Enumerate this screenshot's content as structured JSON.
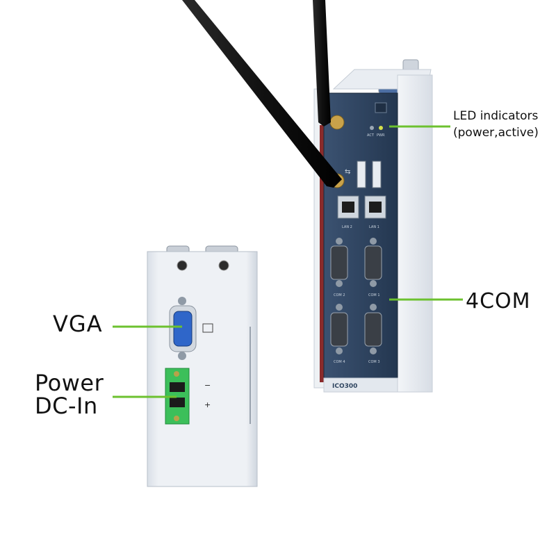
{
  "callouts": {
    "led": {
      "line1": "LED indicators",
      "line2": "(power,active)"
    },
    "com": "4COM",
    "vga": "VGA",
    "power": {
      "line1": "Power",
      "line2": "DC-In"
    }
  },
  "device": {
    "model": "ICO300",
    "led_labels": [
      "ACT",
      "PWR"
    ],
    "usb_label": "⇆",
    "lan_labels": [
      "LAN 2",
      "LAN 1"
    ],
    "com_labels": [
      "COM 2",
      "COM 1",
      "COM 4",
      "COM 3"
    ],
    "dc_labels": [
      "−",
      "+"
    ]
  },
  "colors": {
    "callout_line": "#6cc12f",
    "front_panel": "#2f4560",
    "chassis": "#e6eaef",
    "accent_stripe": "#8a2b2b",
    "terminal_block": "#3cbf5a",
    "vga_port": "#2f66c9"
  }
}
